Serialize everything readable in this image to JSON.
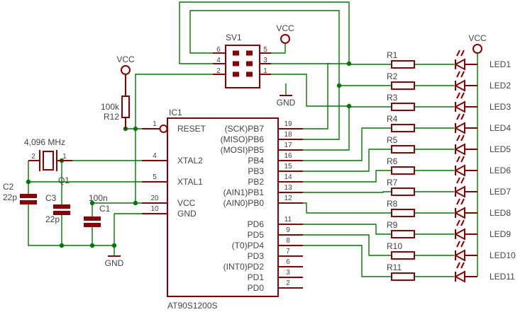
{
  "ic": {
    "name": "IC1",
    "value": "AT90S1200S"
  },
  "header": {
    "name": "SV1"
  },
  "vcc": "VCC",
  "gnd": "GND",
  "r12": {
    "name": "R12",
    "value": "100k"
  },
  "crystal": {
    "name": "Q1",
    "value": "4,096 MHz"
  },
  "c1": {
    "name": "C1",
    "value": "100n"
  },
  "c2": {
    "name": "C2",
    "value": "22p"
  },
  "c3": {
    "name": "C3",
    "value": "22p"
  },
  "sv_pins": [
    "6",
    "4",
    "2",
    "5",
    "3",
    "1"
  ],
  "crystal_pins": [
    "2",
    "1"
  ],
  "left_pins": [
    {
      "num": "1",
      "label": "RESET"
    },
    {
      "num": "4",
      "label": "XTAL2"
    },
    {
      "num": "5",
      "label": "XTAL1"
    },
    {
      "num": "20",
      "label": "VCC"
    },
    {
      "num": "10",
      "label": "GND"
    }
  ],
  "right_pins": [
    {
      "num": "19",
      "label": "(SCK)PB7"
    },
    {
      "num": "18",
      "label": "(MISO)PB6"
    },
    {
      "num": "17",
      "label": "(MOSI)PB5"
    },
    {
      "num": "16",
      "label": "PB4"
    },
    {
      "num": "15",
      "label": "PB3"
    },
    {
      "num": "14",
      "label": "PB2"
    },
    {
      "num": "13",
      "label": "(AIN1)PB1"
    },
    {
      "num": "12",
      "label": "(AIN0)PB0"
    },
    {
      "num": "11",
      "label": "PD6"
    },
    {
      "num": "9",
      "label": "PD5"
    },
    {
      "num": "8",
      "label": "(T0)PD4"
    },
    {
      "num": "7",
      "label": "PD3"
    },
    {
      "num": "6",
      "label": "(INT0)PD2"
    },
    {
      "num": "3",
      "label": "PD1"
    },
    {
      "num": "2",
      "label": "PD0"
    }
  ],
  "resistors": [
    "R1",
    "R2",
    "R3",
    "R4",
    "R5",
    "R6",
    "R7",
    "R8",
    "R9",
    "R10",
    "R11"
  ],
  "leds": [
    "LED1",
    "LED2",
    "LED3",
    "LED4",
    "LED5",
    "LED6",
    "LED7",
    "LED8",
    "LED9",
    "LED10",
    "LED11"
  ]
}
